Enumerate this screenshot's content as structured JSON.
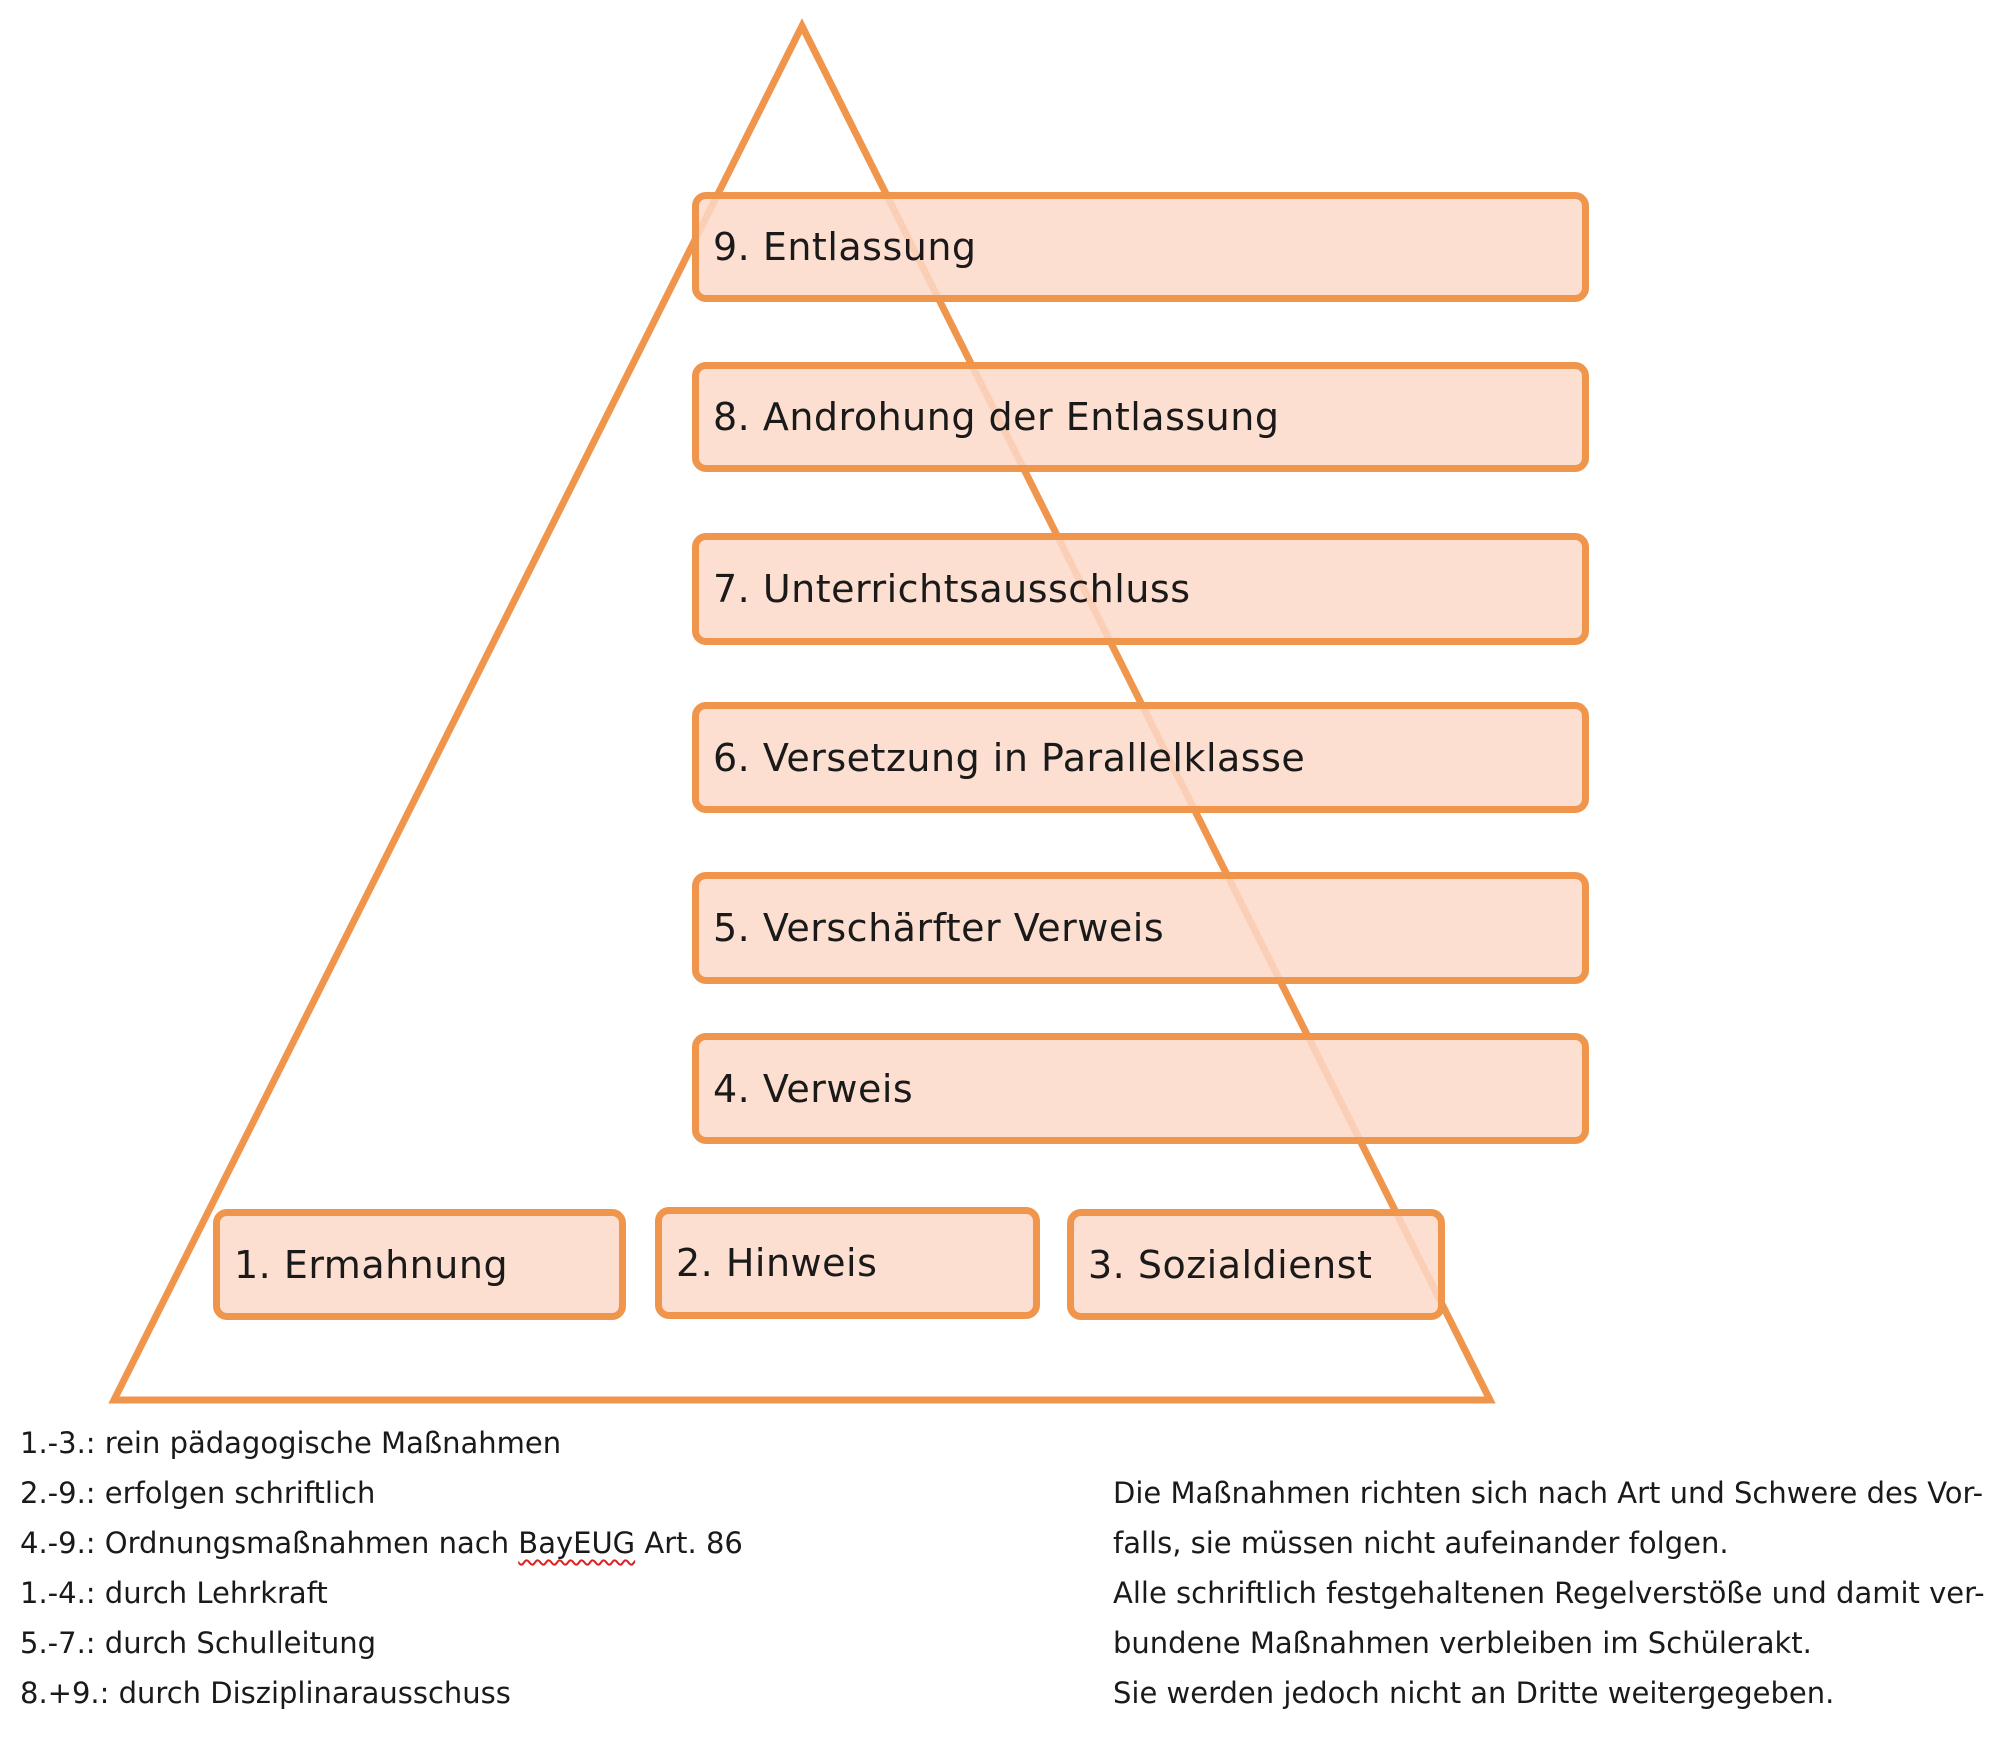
{
  "pyramid": {
    "color": "#f0954c",
    "fill": "#fbd9c8",
    "levels": [
      {
        "id": "9",
        "label": "9. Entlassung"
      },
      {
        "id": "8",
        "label": "8. Androhung der Entlassung"
      },
      {
        "id": "7",
        "label": "7. Unterrichtsausschluss"
      },
      {
        "id": "6",
        "label": "6. Versetzung in Parallelklasse"
      },
      {
        "id": "5",
        "label": "5. Verschärfter Verweis"
      },
      {
        "id": "4",
        "label": "4. Verweis"
      },
      {
        "id": "1",
        "label": "1. Ermahnung"
      },
      {
        "id": "2",
        "label": "2. Hinweis"
      },
      {
        "id": "3",
        "label": "3. Sozialdienst"
      }
    ]
  },
  "notes_left": [
    {
      "prefix": "1.-3.: rein pädagogische Maßnahmen",
      "highlight": "",
      "suffix": ""
    },
    {
      "prefix": "2.-9.: erfolgen schriftlich",
      "highlight": "",
      "suffix": ""
    },
    {
      "prefix": "4.-9.: Ordnungsmaßnahmen nach ",
      "highlight": "BayEUG",
      "suffix": " Art. 86"
    },
    {
      "prefix": "1.-4.: durch Lehrkraft",
      "highlight": "",
      "suffix": ""
    },
    {
      "prefix": "5.-7.: durch Schulleitung",
      "highlight": "",
      "suffix": ""
    },
    {
      "prefix": "8.+9.: durch Disziplinarausschuss",
      "highlight": "",
      "suffix": ""
    }
  ],
  "notes_right": [
    "Die Maßnahmen richten sich nach Art und Schwere des Vor-",
    "falls, sie müssen nicht aufeinander folgen.",
    "Alle schriftlich festgehaltenen Regelverstöße und damit ver-",
    "bundene Maßnahmen verbleiben im Schülerakt.",
    "Sie werden jedoch nicht an Dritte weitergegeben."
  ]
}
